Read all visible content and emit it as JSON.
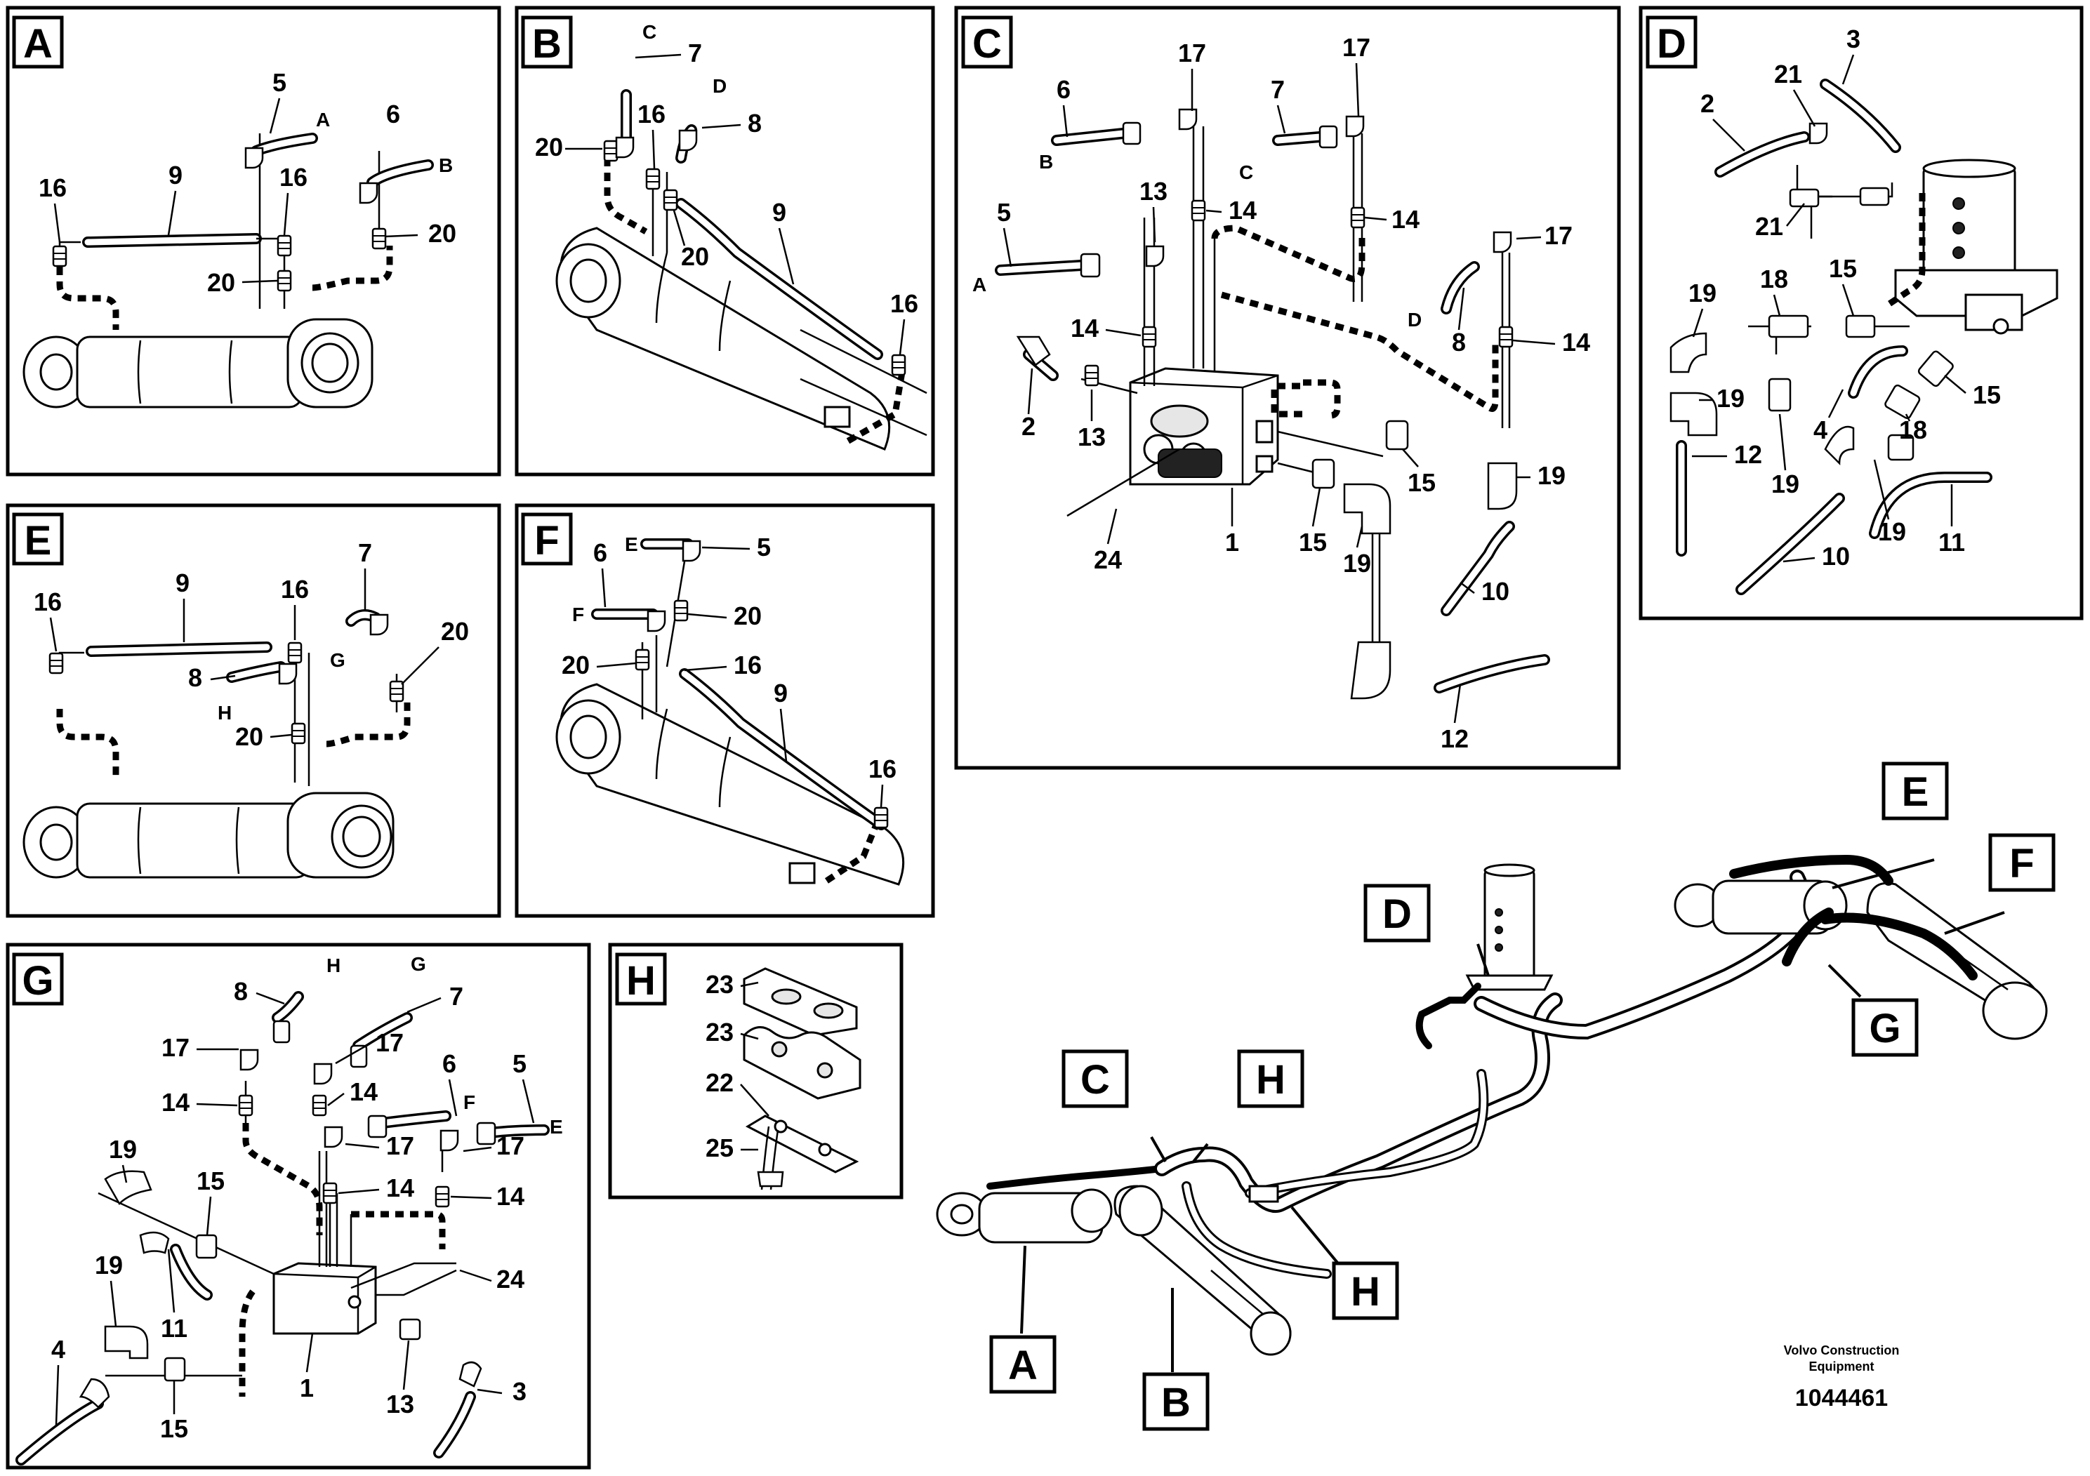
{
  "panels": {
    "A": {
      "tag": "A",
      "callouts": {
        "n5": "5",
        "n6": "6",
        "n9": "9",
        "n16a": "16",
        "n16b": "16",
        "n20a": "20",
        "n20b": "20",
        "lA": "A",
        "lB": "B"
      }
    },
    "B": {
      "tag": "B",
      "callouts": {
        "n7": "7",
        "n8": "8",
        "n9": "9",
        "n16a": "16",
        "n16b": "16",
        "n20a": "20",
        "n20b": "20",
        "lC": "C",
        "lD": "D"
      }
    },
    "C": {
      "tag": "C",
      "callouts": {
        "n6": "6",
        "n7": "7",
        "n17a": "17",
        "n17b": "17",
        "n17c": "17",
        "n13a": "13",
        "n13b": "13",
        "n14a": "14",
        "n14b": "14",
        "n14c": "14",
        "n14d": "14",
        "n5": "5",
        "n2": "2",
        "n8": "8",
        "n15a": "15",
        "n15b": "15",
        "n19a": "19",
        "n19b": "19",
        "n10": "10",
        "n12": "12",
        "n24": "24",
        "n1": "1",
        "lA": "A",
        "lB": "B",
        "lC": "C",
        "lD": "D"
      }
    },
    "D": {
      "tag": "D",
      "callouts": {
        "n3": "3",
        "n2": "2",
        "n21a": "21",
        "n21b": "21",
        "n15a": "15",
        "n15b": "15",
        "n18a": "18",
        "n18b": "18",
        "n19a": "19",
        "n19b": "19",
        "n19c": "19",
        "n19d": "19",
        "n12": "12",
        "n4": "4",
        "n10": "10",
        "n11": "11"
      }
    },
    "E": {
      "tag": "E",
      "callouts": {
        "n16a": "16",
        "n16b": "16",
        "n9": "9",
        "n7": "7",
        "n8": "8",
        "n20a": "20",
        "n20b": "20",
        "lG": "G",
        "lH": "H"
      }
    },
    "F": {
      "tag": "F",
      "callouts": {
        "n6": "6",
        "n5": "5",
        "n9": "9",
        "n16a": "16",
        "n16b": "16",
        "n20a": "20",
        "n20b": "20",
        "lE": "E",
        "lF": "F"
      }
    },
    "G": {
      "tag": "G",
      "callouts": {
        "n8": "8",
        "n7": "7",
        "n17a": "17",
        "n17b": "17",
        "n17c": "17",
        "n17d": "17",
        "n14a": "14",
        "n14b": "14",
        "n14c": "14",
        "n14d": "14",
        "n6": "6",
        "n5": "5",
        "n19a": "19",
        "n19b": "19",
        "n15a": "15",
        "n15b": "15",
        "n11": "11",
        "n4": "4",
        "n24": "24",
        "n1": "1",
        "n13": "13",
        "n3": "3",
        "lH": "H",
        "lG": "G",
        "lF": "F",
        "lE": "E"
      }
    },
    "H": {
      "tag": "H",
      "callouts": {
        "n23a": "23",
        "n23b": "23",
        "n22": "22",
        "n25": "25"
      }
    }
  },
  "overview": {
    "tags": {
      "A": "A",
      "B": "B",
      "C": "C",
      "D": "D",
      "E": "E",
      "F": "F",
      "G": "G",
      "H1": "H",
      "H2": "H"
    }
  },
  "footer": {
    "company_line1": "Volvo Construction",
    "company_line2": "Equipment",
    "drawing_number": "1044461"
  }
}
